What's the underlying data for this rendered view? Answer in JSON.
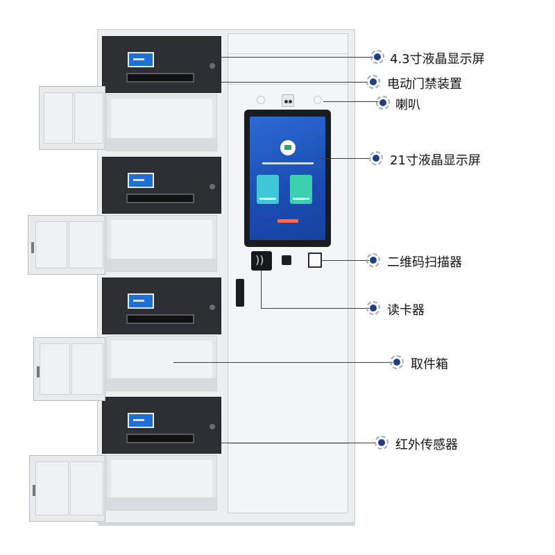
{
  "callouts": {
    "lcd_small": "4.3寸液晶显示屏",
    "door_lock": "电动门禁装置",
    "speaker": "喇叭",
    "lcd_large": "21寸液晶显示屏",
    "qr_scanner": "二维码扫描器",
    "card_reader": "读卡器",
    "pickup_box": "取件箱",
    "ir_sensor": "红外传感器"
  },
  "colors": {
    "bullet": "#1d3f86",
    "cabinet_dark": "#2e2f33",
    "screen_blue": "#1d6fd6"
  }
}
